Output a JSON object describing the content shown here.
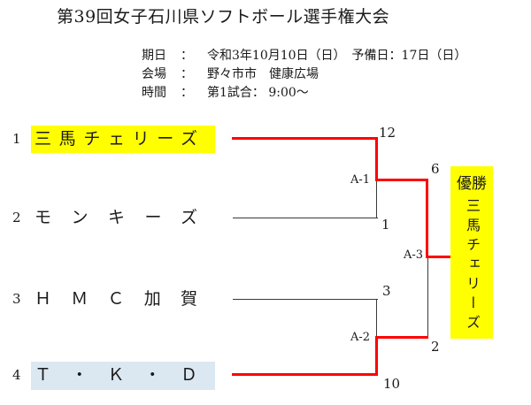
{
  "title": "第39回女子石川県ソフトボール選手権大会",
  "info": [
    {
      "label": "期日",
      "colon": "：",
      "value": "令和3年10月10日（日）　予備日：17日（日）"
    },
    {
      "label": "会場",
      "colon": "：",
      "value": "野々市市　健康広場"
    },
    {
      "label": "時間",
      "colon": "：",
      "value": "第1試合： 9:00～"
    }
  ],
  "bracket": {
    "teams": [
      {
        "seed": "1",
        "name": "三馬チェリーズ",
        "highlight": "#ffff00"
      },
      {
        "seed": "2",
        "name": "モンキーズ",
        "highlight": null
      },
      {
        "seed": "3",
        "name": "ＨＭＣ加賀",
        "highlight": null
      },
      {
        "seed": "4",
        "name": "Ｔ・Ｋ・Ｄ",
        "highlight": "#dbe7f1"
      }
    ],
    "matches": [
      {
        "id": "A-1",
        "top_team": "三馬チェリーズ",
        "top_score": "12",
        "bottom_team": "モンキーズ",
        "bottom_score": "1"
      },
      {
        "id": "A-2",
        "top_team": "ＨＭＣ加賀",
        "top_score": "3",
        "bottom_team": "Ｔ・Ｋ・Ｄ",
        "bottom_score": "10"
      },
      {
        "id": "A-3",
        "top_team": "三馬チェリーズ",
        "top_score": "6",
        "bottom_team": "Ｔ・Ｋ・Ｄ",
        "bottom_score": "2"
      }
    ],
    "winner": {
      "caption": "優勝",
      "team": "三馬チェリーズ"
    }
  },
  "colors": {
    "winner_path": "#ff0000",
    "bracket_line": "#3a3a3a",
    "champion_highlight": "#ffff00",
    "seed4_highlight": "#dbe7f1"
  }
}
